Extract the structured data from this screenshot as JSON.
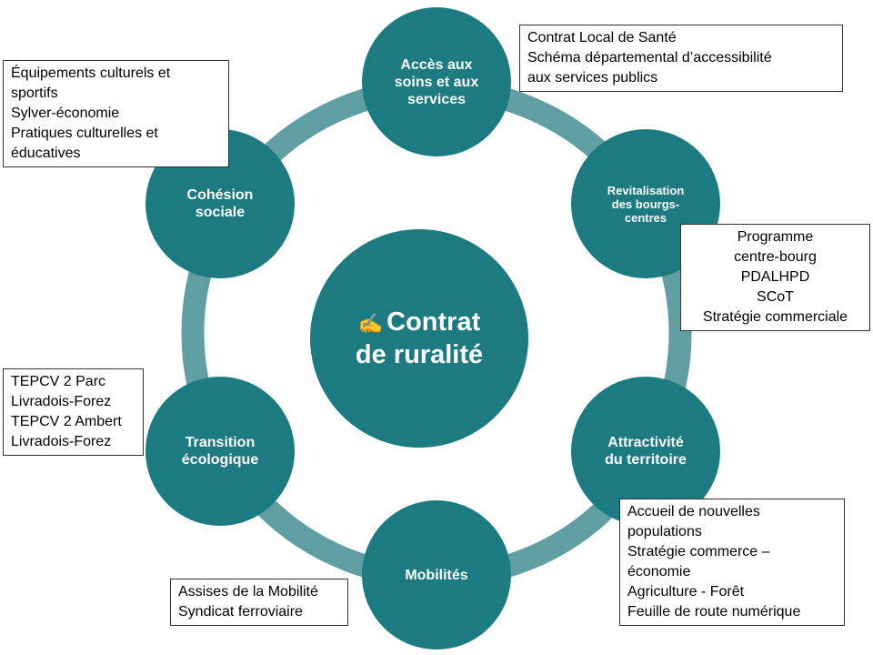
{
  "center": {
    "icon": "pen-paper-icon",
    "title_line1": "Contrat",
    "title_line2": "de ruralité"
  },
  "nodes": {
    "acces": "Accès aux\nsoins et aux\nservices",
    "revitalisation": "Revitalisation\ndes bourgs-\ncentres",
    "attractivite": "Attractivité\ndu territoire",
    "mobilites": "Mobilités",
    "transition": "Transition\nécologique",
    "cohesion": "Cohésion\nsociale"
  },
  "boxes": {
    "acces": [
      "Contrat Local de Santé",
      "Schéma départemental d’accessibilité",
      "aux services publics"
    ],
    "revitalisation": [
      "Programme",
      "centre-bourg",
      "PDALHPD",
      "SCoT",
      "Stratégie commerciale"
    ],
    "attractivite": [
      "Accueil de nouvelles",
      "populations",
      "Stratégie commerce –",
      "économie",
      "Agriculture - Forêt",
      "Feuille de route numérique"
    ],
    "mobilites": [
      "Assises de la Mobilité",
      "Syndicat ferroviaire"
    ],
    "transition": [
      "TEPCV 2 Parc",
      "Livradois-Forez",
      "TEPCV 2 Ambert",
      "Livradois-Forez"
    ],
    "cohesion": [
      "Équipements culturels et",
      "sportifs",
      "Sylver-économie",
      "Pratiques culturelles et",
      "éducatives"
    ]
  },
  "colors": {
    "circle": "#1b7b80",
    "ring": "#5f9ea1"
  }
}
